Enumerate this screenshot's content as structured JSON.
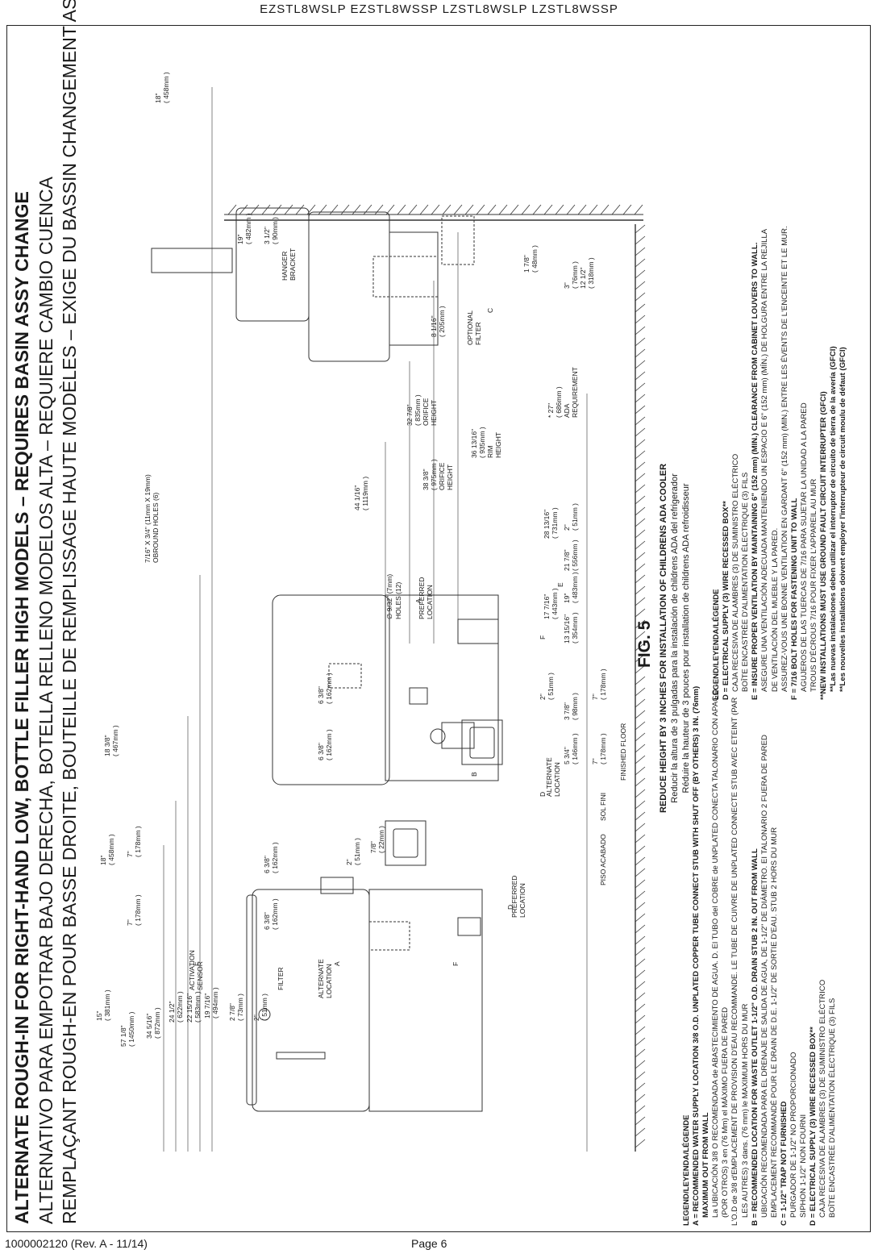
{
  "header": {
    "models": "EZSTL8WSLP  EZSTL8WSSP   LZSTL8WSLP  LZSTL8WSSP"
  },
  "footer": {
    "doc_number": "1000002120 (Rev. A - 11/14)",
    "page": "Page 6"
  },
  "titles": {
    "english": "ALTERNATE ROUGH-IN FOR RIGHT-HAND LOW, BOTTLE FILLER HIGH MODELS –  REQUIRES BASIN ASSY CHANGE",
    "spanish": "ALTERNATIVO PARA EMPOTRAR BAJO DERECHA, BOTELLA RELLENO MODELOS ALTA – REQUIERE CAMBIO CUENCA",
    "french": "REMPLAÇANT ROUGH-EN POUR BASSE DROITE, BOUTEILLE DE REMPLISSAGE HAUTE MODÈLES – EXIGE DU BASSIN CHANGEMENT ASSY"
  },
  "legend_left": [
    {
      "text": "LEGEND/LEYENDA/LÉGENDE",
      "bold": true,
      "indent": false
    },
    {
      "text": "A = RECOMMENDED WATER SUPPLY LOCATION 3/8 O.D. UNPLATED COPPER TUBE CONNECT STUB WITH SHUT OFF (BY OTHERS) 3 IN. (76mm)",
      "bold": true,
      "indent": false
    },
    {
      "text": "MAXIMUM OUT FROM WALL",
      "bold": true,
      "indent": true
    },
    {
      "text": "La UBICACIÓN 3/8 O RECOMENDADA de ABASTECIMIENTO DE AGUA. D. El TUBO del COBRE de UNPLATED CONECTA TALONARIO CON APAGO",
      "bold": false,
      "indent": true
    },
    {
      "text": "(POR OTROS) 3 en (76 Mm) el MÁXIMO FUERA DE PARED",
      "bold": false,
      "indent": true
    },
    {
      "text": "L'O.D de 3/8 d'EMPLACEMENT DE PROVISION D'EAU RECOMMANDE. LE TUBE DE CUIVRE DE UNPLATED CONNECTE STUB AVEC ETEINT (PAR",
      "bold": false,
      "indent": false
    },
    {
      "text": "LES AUTRES) 3 dans. (76 mm) le MAXIMUM HORS DU MUR",
      "bold": false,
      "indent": true
    },
    {
      "text": "B = RECOMMENDED LOCATION FOR WASTE OUTLET 1-1/2\" O.D.  DRAIN STUB 2 IN. OUT FROM WALL",
      "bold": true,
      "indent": false
    },
    {
      "text": "UBICACIÓN RECOMENDADA PARA EL DRENAJE DE SALIDA DE AGUA, DE 1-1/2\" DE DIÁMETRO. EI TALONARIO 2 FUERA DE PARED",
      "bold": false,
      "indent": true
    },
    {
      "text": "EMPLACEMENT RECOMMANDÉ POUR LE DRAIN DE D.E. 1-1/2\" DE SORTIE D'EAU. STUB 2 HORS DU MUR",
      "bold": false,
      "indent": true
    },
    {
      "text": "C = 1-1/2\" TRAP NOT FURNISHED",
      "bold": true,
      "indent": false
    },
    {
      "text": "PURGADOR DE 1-1/2\" NO PROPORCIONADO",
      "bold": false,
      "indent": true
    },
    {
      "text": "SIPHON 1-1/2\" NON FOURNI",
      "bold": false,
      "indent": true
    },
    {
      "text": "D = ELECTRICAL SUPPLY (3) WIRE RECESSED BOX**",
      "bold": true,
      "indent": false
    },
    {
      "text": "CAJA RECESIVA DE ALAMBRES (3) DE SUMINISTRO ELÉCTRICO",
      "bold": false,
      "indent": true
    },
    {
      "text": "BOÎTE ENCASTRÉE D'ALIMENTATION ÉLECTRIQUE (3) FILS",
      "bold": false,
      "indent": true
    }
  ],
  "legend_right": [
    {
      "text": "LEGEND/LEYENDA/LÉGENDE",
      "bold": true,
      "indent": false
    },
    {
      "text": "D = ELECTRICAL SUPPLY (3) WIRE RECESSED BOX**",
      "bold": true,
      "indent": false
    },
    {
      "text": "CAJA RECESIVA DE ALAMBRES (3) DE SUMINISTRO ELÉCTRICO",
      "bold": false,
      "indent": true
    },
    {
      "text": "BOÎTE ENCASTRÉE D'ALIMENTATION ÉLECTRIQUE (3) FILS",
      "bold": false,
      "indent": true
    },
    {
      "text": "E = INSURE PROPER VENTILATION BY MAINTAINING 6\" (152 mm) (MIN.) CLEARANCE FROM CABINET LOUVERS TO WALL.",
      "bold": true,
      "indent": false
    },
    {
      "text": "ASEGURE UNA VENTILACIÓN ADECUADA MANTENIENDO UN ESPACIO E 6\" (152 mm) (MÍN.) DE HOLGURA ENTRE LA REJILLA",
      "bold": false,
      "indent": true
    },
    {
      "text": "DE VENTILACIÓN DEL MUEBLE Y LA PARED.",
      "bold": false,
      "indent": true
    },
    {
      "text": "ASSUREZ-VOUS UNE BONNE VENTILATION EN GARDANT 6\" (152 mm) (MIN.) ENTRE LES ÉVENTS DE L'ENCEINTE ET LE MUR.",
      "bold": false,
      "indent": true
    },
    {
      "text": "F = 7/16 BOLT HOLES FOR FASTENING UNIT TO WALL",
      "bold": true,
      "indent": false
    },
    {
      "text": "AGUJEROS DE LAS TUERCAS DE 7/16 PARA SUJETAR LA UNIDAD A LA PARED",
      "bold": false,
      "indent": true
    },
    {
      "text": "TROUS D'ÉCROUS 7/16 POUR FIXER L'APPAREIL AU MUR",
      "bold": false,
      "indent": true
    },
    {
      "text": "**NEW INSTALLATIONS MUST USE GROUND FAULT CIRCUIT INTERRUPTER (GFCI)",
      "bold": true,
      "indent": false
    },
    {
      "text": "**Las nuevas instalaciones deben utilizar el interruptor de circuito de tierra de la avería (GFCI)",
      "bold": true,
      "indent": true
    },
    {
      "text": "**Les nouvelles installations doivent employer l'interrupteur de circuit moulu de défaut (GFCI)",
      "bold": true,
      "indent": true
    }
  ],
  "figure": {
    "label": "FIG. 5",
    "reduce_en": "REDUCE HEIGHT BY 3 INCHES FOR INSTALLATION OF CHILDRENS ADA COOLER",
    "reduce_es": "Reducir la altura de 3 pulgadas para la instalación de childrens ADA del refrigerador",
    "reduce_fr": "Réduire la hauteur de 3 pouces pour installation de childrens ADA refroidisseur"
  },
  "labels": {
    "activation_sensor": [
      "ACTIVATION",
      "SENSOR"
    ],
    "filter": "FILTER",
    "alt_location_a": [
      "ALTERNATE",
      "LOCATION"
    ],
    "preferred_location_d": [
      "PREFERRED",
      "LOCATION"
    ],
    "alt_location_d": [
      "ALTERNATE",
      "LOCATION"
    ],
    "preferred_location_a": [
      "PREFERRED",
      "LOCATION"
    ],
    "holes_top": [
      "7/16\" X 3/4\" (11mm X 19mm)",
      "OBROUND HOLES (6)"
    ],
    "holes_mid": [
      "∅ 9/32\" (7mm)",
      "HOLES (12)"
    ],
    "floor_es": "PISO ACABADO",
    "floor_fr": "SOL FINI",
    "floor_en": "FINISHED FLOOR",
    "hanger_bracket": [
      "HANGER",
      "BRACKET"
    ],
    "optional_filter": [
      "OPTIONAL",
      "FILTER"
    ],
    "ada_req": [
      "* 27\"",
      "( 686mm )",
      "ADA",
      "REQUIREMENT"
    ],
    "orifice_high": [
      "38 3/8\"",
      "( 975mm )",
      "ORIFICE",
      "HEIGHT"
    ],
    "rim_height": [
      "36 13/16\"",
      "( 935mm )",
      "RIM",
      "HEIGHT"
    ],
    "orifice_low": [
      "32 7/8\"",
      "( 835mm )",
      "ORIFICE",
      "HEIGHT"
    ],
    "letters": {
      "a": "A",
      "b": "B",
      "c": "C",
      "d": "D",
      "e": "E",
      "f": "F"
    }
  },
  "dims": {
    "d57": [
      "57 1/8\"",
      "( 1450mm )"
    ],
    "d34": [
      "34 5/16\"",
      "( 872mm )"
    ],
    "d24": [
      "24 1/2\"",
      "( 622mm )"
    ],
    "d22": [
      "22 15/16\"",
      "( 583mm )"
    ],
    "d19l": [
      "19 7/16\"",
      "( 494mm )"
    ],
    "d15": [
      "15\"",
      "( 381mm )"
    ],
    "d278": [
      "2 7/8\"",
      "( 73mm )"
    ],
    "d2a": [
      "2\"",
      "( 51mm )"
    ],
    "d18a": [
      "18\"",
      "( 458mm )"
    ],
    "d7a": [
      "7\"",
      "( 178mm )"
    ],
    "d7b": [
      "7\"",
      "( 178mm )"
    ],
    "d638a": [
      "6 3/8\"",
      "( 162mm )"
    ],
    "d638b": [
      "6 3/8\"",
      "( 162mm )"
    ],
    "d2b": [
      "2\"",
      "( 51mm )"
    ],
    "d78": [
      "7/8\"",
      "( 22mm )"
    ],
    "d1838": [
      "18 3/8\"",
      "( 467mm )"
    ],
    "d638c": [
      "6 3/8\"",
      "( 162mm )"
    ],
    "d638d": [
      "6 3/8\"",
      "( 162mm )"
    ],
    "d534": [
      "5 3/4\"",
      "( 146mm )"
    ],
    "d7c": [
      "7\"",
      "( 178mm )"
    ],
    "d2c": [
      "2\"",
      "( 51mm )"
    ],
    "d378": [
      "3 7/8\"",
      "( 98mm )"
    ],
    "d7d": [
      "7\"",
      "( 178mm )"
    ],
    "d1315": [
      "13 15/16\"",
      "( 354mm )"
    ],
    "d17": [
      "17 7/16\"",
      "( 443mm )"
    ],
    "d19r": [
      "19\"",
      "( 483mm )"
    ],
    "d21": [
      "21 7/8\"",
      "( 556mm )"
    ],
    "d28": [
      "28 13/16\"",
      "( 731mm )"
    ],
    "d2d": [
      "2\"",
      "( 51mm )"
    ],
    "d44": [
      "44 1/16\"",
      "( 1119mm )"
    ],
    "d81": [
      "8 1/16\"",
      "( 205mm )"
    ],
    "d19s": [
      "19\"",
      "( 482mm )"
    ],
    "d312": [
      "3 1/2\"",
      "( 90mm )"
    ],
    "d18s": [
      "18\"",
      "( 458mm )"
    ],
    "d178": [
      "1 7/8\"",
      "( 48mm )"
    ],
    "d3": [
      "3\"",
      "( 76mm )"
    ],
    "d1212": [
      "12 1/2\"",
      "( 318mm )"
    ]
  }
}
